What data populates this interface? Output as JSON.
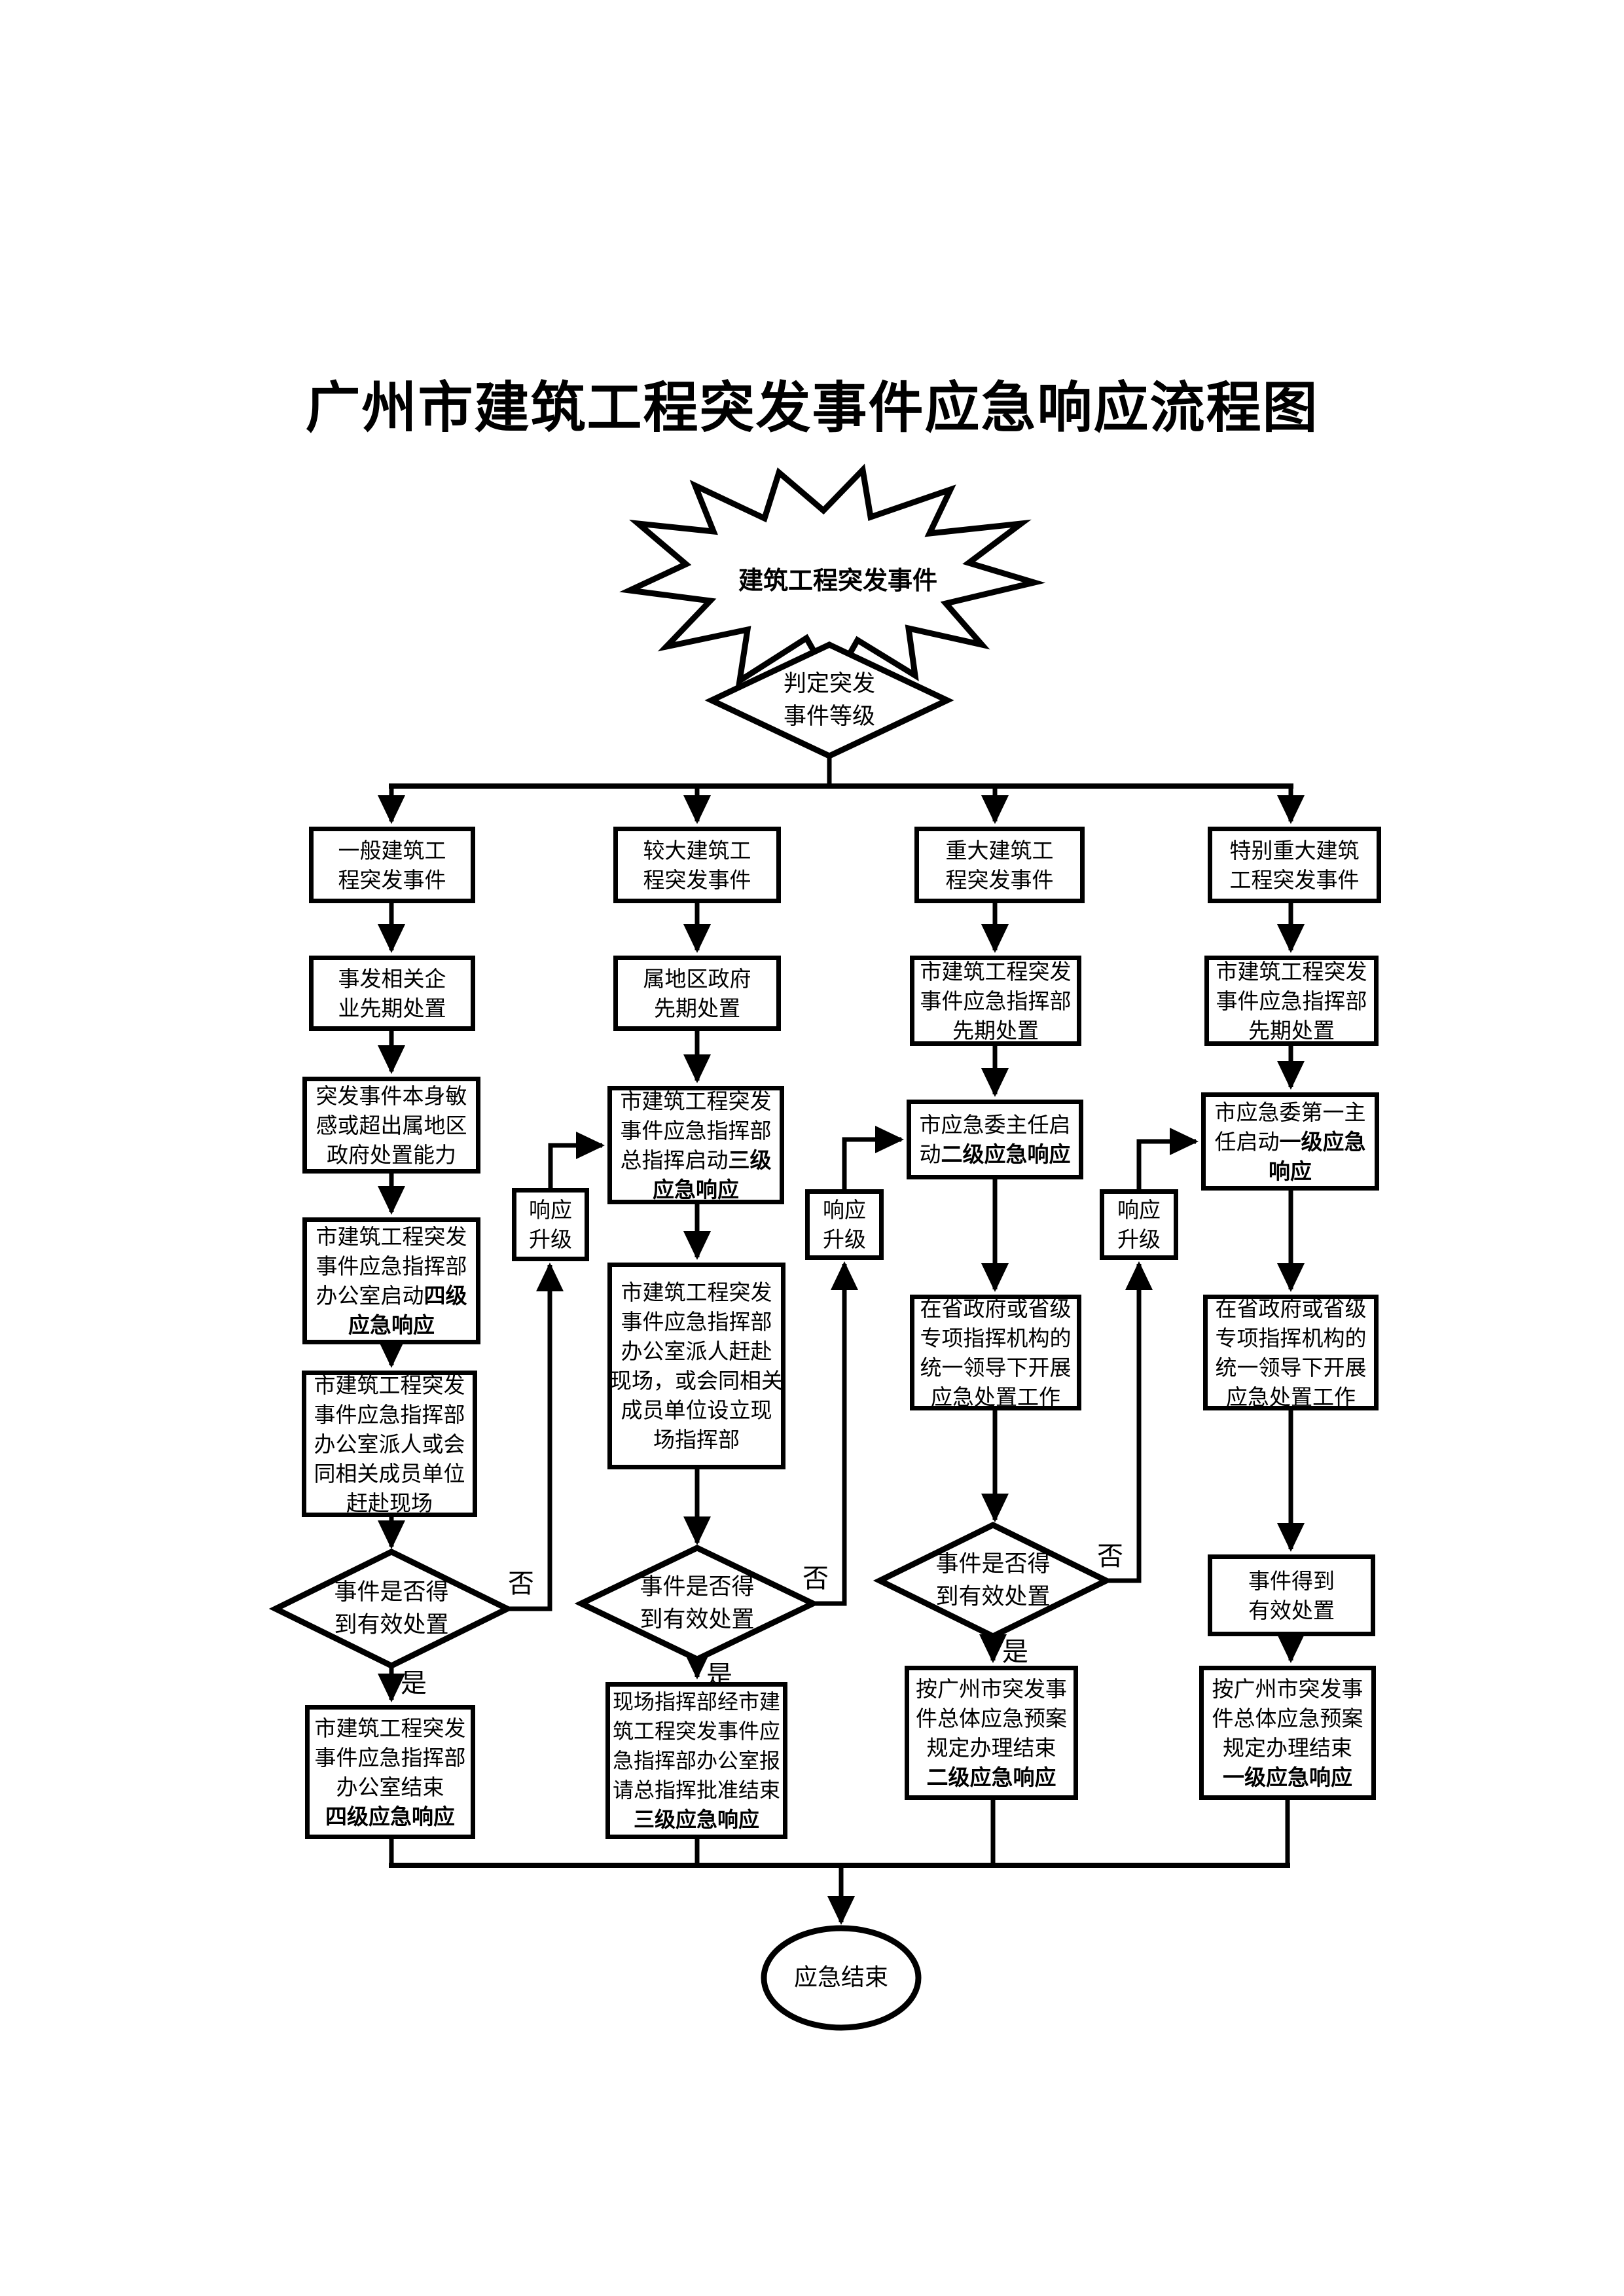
{
  "title": "广州市建筑工程突发事件应急响应流程图",
  "labels": {
    "yes": "是",
    "no": "否"
  },
  "colors": {
    "ink": "#000000",
    "paper": "#ffffff"
  },
  "nodes": {
    "start": {
      "shape": "burst",
      "lines": [
        "建筑工程突发事件"
      ]
    },
    "decide_level": {
      "shape": "diamond",
      "lines": [
        "判定突发",
        "事件等级"
      ]
    },
    "c1_event": {
      "shape": "rect",
      "lines": [
        "一般建筑工",
        "程突发事件"
      ]
    },
    "c2_event": {
      "shape": "rect",
      "lines": [
        "较大建筑工",
        "程突发事件"
      ]
    },
    "c3_event": {
      "shape": "rect",
      "lines": [
        "重大建筑工",
        "程突发事件"
      ]
    },
    "c4_event": {
      "shape": "rect",
      "lines": [
        "特别重大建筑",
        "工程突发事件"
      ]
    },
    "c1_initial": {
      "shape": "rect",
      "lines": [
        "事发相关企",
        "业先期处置"
      ]
    },
    "c2_initial": {
      "shape": "rect",
      "lines": [
        "属地区政府",
        "先期处置"
      ]
    },
    "c3_initial": {
      "shape": "rect",
      "lines": [
        "市建筑工程突发",
        "事件应急指挥部",
        "先期处置"
      ]
    },
    "c4_initial": {
      "shape": "rect",
      "lines": [
        "市建筑工程突发",
        "事件应急指挥部",
        "先期处置"
      ]
    },
    "c1_sensitive": {
      "shape": "rect",
      "lines": [
        "突发事件本身敏",
        "感或超出属地区",
        "政府处置能力"
      ]
    },
    "c1_level4": {
      "shape": "rect",
      "lines": [
        "市建筑工程突发",
        "事件应急指挥部",
        "办公室启动**四级**",
        "**应急响应**"
      ]
    },
    "c1_dispatch": {
      "shape": "rect",
      "lines": [
        "市建筑工程突发",
        "事件应急指挥部",
        "办公室派人或会",
        "同相关成员单位",
        "赶赴现场"
      ]
    },
    "c2_level3": {
      "shape": "rect",
      "lines": [
        "市建筑工程突发",
        "事件应急指挥部",
        "总指挥启动**三级**",
        "**应急响应**"
      ]
    },
    "c2_dispatch": {
      "shape": "rect",
      "lines": [
        "市建筑工程突发",
        "事件应急指挥部",
        "办公室派人赶赴",
        "现场，或会同相关",
        "成员单位设立现",
        "场指挥部"
      ]
    },
    "c3_level2": {
      "shape": "rect",
      "lines": [
        "市应急委主任启",
        "动**二级应急响应**"
      ]
    },
    "c4_level1": {
      "shape": "rect",
      "lines": [
        "市应急委第一主",
        "任启动**一级应急**",
        "**响应**"
      ]
    },
    "c3_province": {
      "shape": "rect",
      "lines": [
        "在省政府或省级",
        "专项指挥机构的",
        "统一领导下开展",
        "应急处置工作"
      ]
    },
    "c4_province": {
      "shape": "rect",
      "lines": [
        "在省政府或省级",
        "专项指挥机构的",
        "统一领导下开展",
        "应急处置工作"
      ]
    },
    "c1_check": {
      "shape": "diamond",
      "lines": [
        "事件是否得",
        "到有效处置"
      ]
    },
    "c2_check": {
      "shape": "diamond",
      "lines": [
        "事件是否得",
        "到有效处置"
      ]
    },
    "c3_check": {
      "shape": "diamond",
      "lines": [
        "事件是否得",
        "到有效处置"
      ]
    },
    "c4_resolved": {
      "shape": "rect",
      "lines": [
        "事件得到",
        "有效处置"
      ]
    },
    "c1_end4": {
      "shape": "rect",
      "lines": [
        "市建筑工程突发",
        "事件应急指挥部",
        "办公室结束",
        "**四级应急响应**"
      ]
    },
    "c2_end3": {
      "shape": "rect",
      "lines": [
        "现场指挥部经市建",
        "筑工程突发事件应",
        "急指挥部办公室报",
        "请总指挥批准结束",
        "**三级应急响应**"
      ]
    },
    "c3_end2": {
      "shape": "rect",
      "lines": [
        "按广州市突发事",
        "件总体应急预案",
        "规定办理结束",
        "**二级应急响应**"
      ]
    },
    "c4_end1": {
      "shape": "rect",
      "lines": [
        "按广州市突发事",
        "件总体应急预案",
        "规定办理结束",
        "**一级应急响应**"
      ]
    },
    "upgrade1": {
      "shape": "rect",
      "lines": [
        "响应",
        "升级"
      ]
    },
    "upgrade2": {
      "shape": "rect",
      "lines": [
        "响应",
        "升级"
      ]
    },
    "upgrade3": {
      "shape": "rect",
      "lines": [
        "响应",
        "升级"
      ]
    },
    "end": {
      "shape": "ellipse",
      "lines": [
        "应急结束"
      ]
    }
  }
}
